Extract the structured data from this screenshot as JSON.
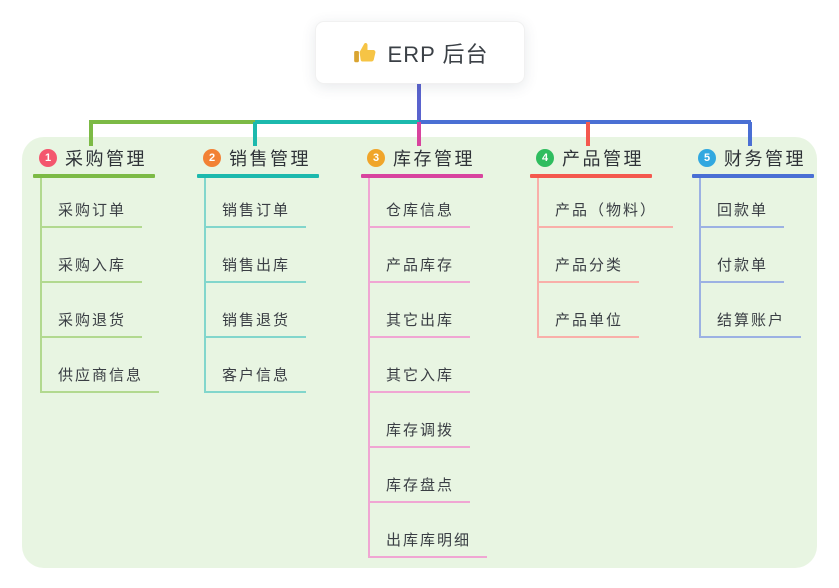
{
  "root": {
    "title": "ERP 后台",
    "icon": "thumbs-up-icon"
  },
  "branches": [
    {
      "badge": "1",
      "title": "采购管理",
      "color": "#7cba45",
      "light_color": "#b2d98f",
      "badge_color": "#f4566e",
      "children": [
        "采购订单",
        "采购入库",
        "采购退货",
        "供应商信息"
      ]
    },
    {
      "badge": "2",
      "title": "销售管理",
      "color": "#1cb9ad",
      "light_color": "#82d6cc",
      "badge_color": "#f28135",
      "children": [
        "销售订单",
        "销售出库",
        "销售退货",
        "客户信息"
      ]
    },
    {
      "badge": "3",
      "title": "库存管理",
      "color": "#d8449e",
      "light_color": "#f0a6d3",
      "badge_color": "#f0a52a",
      "children": [
        "仓库信息",
        "产品库存",
        "其它出库",
        "其它入库",
        "库存调拨",
        "库存盘点",
        "出库库明细"
      ]
    },
    {
      "badge": "4",
      "title": "产品管理",
      "color": "#f4584e",
      "light_color": "#f9afa9",
      "badge_color": "#2fbd5f",
      "children": [
        "产品（物料）",
        "产品分类",
        "产品单位"
      ]
    },
    {
      "badge": "5",
      "title": "财务管理",
      "color": "#4a6fd4",
      "light_color": "#9cb1e3",
      "badge_color": "#31a8e0",
      "children": [
        "回款单",
        "付款单",
        "结算账户"
      ]
    }
  ],
  "connector_colors": {
    "root_stem": "#5a63ce",
    "bus_left": "#7cba45",
    "bus_middle": "#1cb9ad",
    "bus_right": "#4a6fd4"
  }
}
